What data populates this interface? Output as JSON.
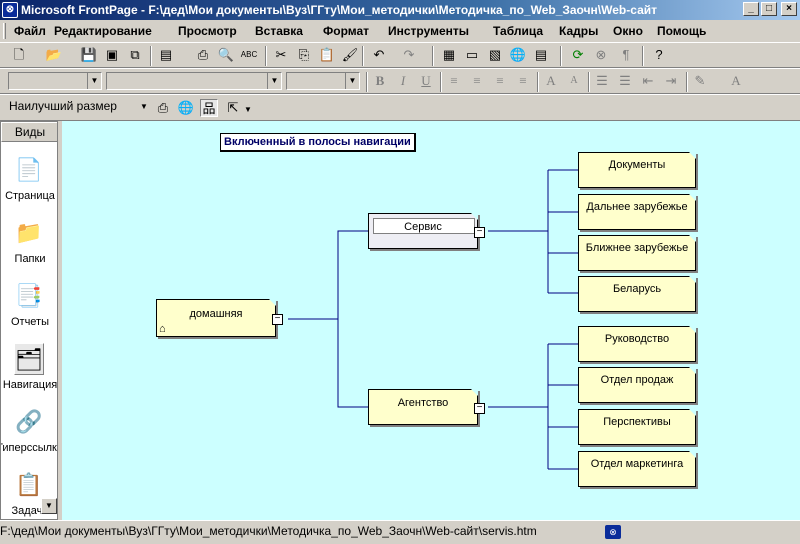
{
  "window": {
    "title": "Microsoft FrontPage - F:\\дед\\Мои документы\\Вуз\\ГГту\\Мои_методички\\Методичка_по_Web_Заочн\\Web-сайт",
    "minimize_glyph": "_",
    "maximize_glyph": "□",
    "close_glyph": "×"
  },
  "menu": {
    "items": [
      "Файл",
      "Редактирование",
      "Просмотр",
      "Вставка",
      "Формат",
      "Инструменты",
      "Таблица",
      "Кадры",
      "Окно",
      "Помощь"
    ]
  },
  "navigation_toolbar": {
    "zoom_value": "Наилучший размер",
    "dropdown_glyph": "▼"
  },
  "views_bar": {
    "header": "Виды",
    "items": [
      {
        "label": "Страница",
        "icon": "page-view-icon"
      },
      {
        "label": "Папки",
        "icon": "folder-view-icon"
      },
      {
        "label": "Отчеты",
        "icon": "reports-view-icon"
      },
      {
        "label": "Навигация",
        "icon": "navigation-view-icon"
      },
      {
        "label": "Гиперссылки",
        "icon": "hyperlinks-view-icon"
      },
      {
        "label": "Задачи",
        "icon": "tasks-view-icon"
      }
    ],
    "selected": "Навигация"
  },
  "navigation": {
    "banner": "Включенный в полосы навигации",
    "home": "домашняя",
    "level1": [
      {
        "label": "Сервис",
        "current": true,
        "children": [
          "Документы",
          "Дальнее зарубежье",
          "Ближнее зарубежье",
          "Беларусь"
        ]
      },
      {
        "label": "Агентство",
        "current": false,
        "children": [
          "Руководство",
          "Отдел продаж",
          "Перспективы",
          "Отдел маркетинга"
        ]
      }
    ],
    "collapse_glyph": "−"
  },
  "status_bar": {
    "path": "F:\\дед\\Мои документы\\Вуз\\ГГту\\Мои_методички\\Методичка_по_Web_Заочн\\Web-сайт\\servis.htm"
  },
  "colors": {
    "canvas_background": "#ccffff",
    "node_fill": "#ffffcc",
    "connector": "#000080",
    "titlebar_start": "#0a246a"
  }
}
